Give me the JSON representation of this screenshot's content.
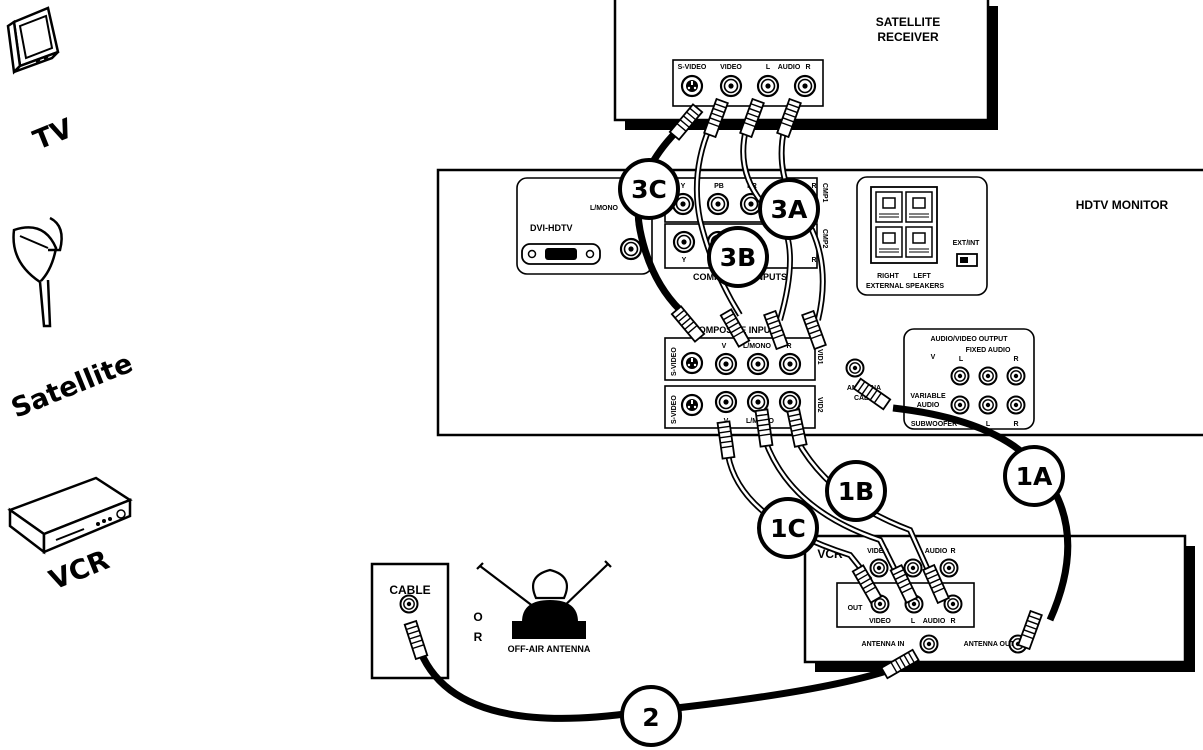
{
  "sidebar": {
    "tv_label": "TV",
    "satellite_label": "Satellite",
    "vcr_label": "VCR"
  },
  "satellite_receiver": {
    "title_line1": "SATELLITE",
    "title_line2": "RECEIVER",
    "svideo": "S-VIDEO",
    "video": "VIDEO",
    "l": "L",
    "audio": "AUDIO",
    "r": "R"
  },
  "monitor": {
    "title": "HDTV MONITOR",
    "dvi_hdtv": "DVI-HDTV",
    "l_mono_top": "L/MONO",
    "y1": "Y",
    "pb": "PB",
    "pr": "PR",
    "r1": "R",
    "cmp1": "CMP1",
    "y2": "Y",
    "r2": "R",
    "cmp2": "CMP2",
    "component_inputs": "COMPONENT INPUTS",
    "ext_int": "EXT/INT",
    "right": "RIGHT",
    "left": "LEFT",
    "external_speakers": "EXTERNAL SPEAKERS",
    "composite_inputs": "COMPOSITE INPUTS",
    "svideo1": "S-VIDEO",
    "v1": "V",
    "l_mono1": "L/MONO",
    "r3": "R",
    "vid1": "VID1",
    "svideo2": "S-VIDEO",
    "v2": "V",
    "l_mono2": "L/MONO",
    "r4": "R",
    "vid2": "VID2",
    "antenna": "ANTENNA",
    "cable": "CABLE",
    "av_output": "AUDIO/VIDEO OUTPUT",
    "v3": "V",
    "fixed_audio": "FIXED AUDIO",
    "l3": "L",
    "r5": "R",
    "variable": "VARIABLE",
    "audio_lbl": "AUDIO",
    "subwoofer": "SUBWOOFER",
    "l4": "L",
    "r6": "R"
  },
  "vcr": {
    "title": "VCR",
    "video_in": "VIDEO",
    "audio_in": "AUDIO",
    "r_in": "R",
    "out": "OUT",
    "video_out": "VIDEO",
    "l_out": "L",
    "audio_out": "AUDIO",
    "r_out": "R",
    "antenna_in": "ANTENNA IN",
    "antenna_out": "ANTENNA OUT"
  },
  "cable_box": {
    "label": "CABLE"
  },
  "or_label": {
    "o": "O",
    "r": "R"
  },
  "antenna": {
    "label": "OFF-AIR ANTENNA"
  },
  "steps": {
    "s1a": "1A",
    "s1b": "1B",
    "s1c": "1C",
    "s2": "2",
    "s3a": "3A",
    "s3b": "3B",
    "s3c": "3C"
  }
}
